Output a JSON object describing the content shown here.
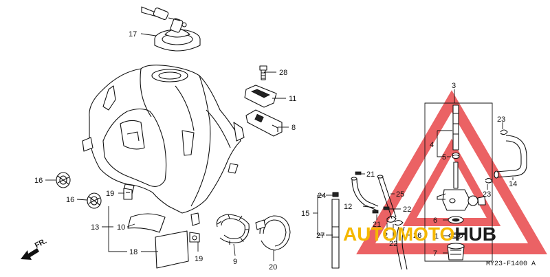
{
  "diagram_code": "MY23-F1400 A",
  "direction_label": "FR.",
  "watermark": {
    "text_a": "AUTO",
    "text_b": "MOTO",
    "text_c": "HUB",
    "color_triangle": "#e8474a",
    "color_auto": "#f5b800",
    "color_hub": "#1c1c1c"
  },
  "callouts": {
    "p1": "1",
    "p2": "2",
    "p3": "3",
    "p4": "4",
    "p5": "5",
    "p6": "6",
    "p7": "7",
    "p8": "8",
    "p9": "9",
    "p10": "10",
    "p11": "11",
    "p12": "12",
    "p13": "13",
    "p14": "14",
    "p15": "15",
    "p16a": "16",
    "p16b": "16",
    "p17": "17",
    "p18": "18",
    "p19a": "19",
    "p19b": "19",
    "p20": "20",
    "p21a": "21",
    "p21b": "21",
    "p22a": "22",
    "p22b": "22",
    "p23a": "23",
    "p23b": "23",
    "p24": "24",
    "p25": "25",
    "p26": "26",
    "p27": "27",
    "p28": "28"
  }
}
